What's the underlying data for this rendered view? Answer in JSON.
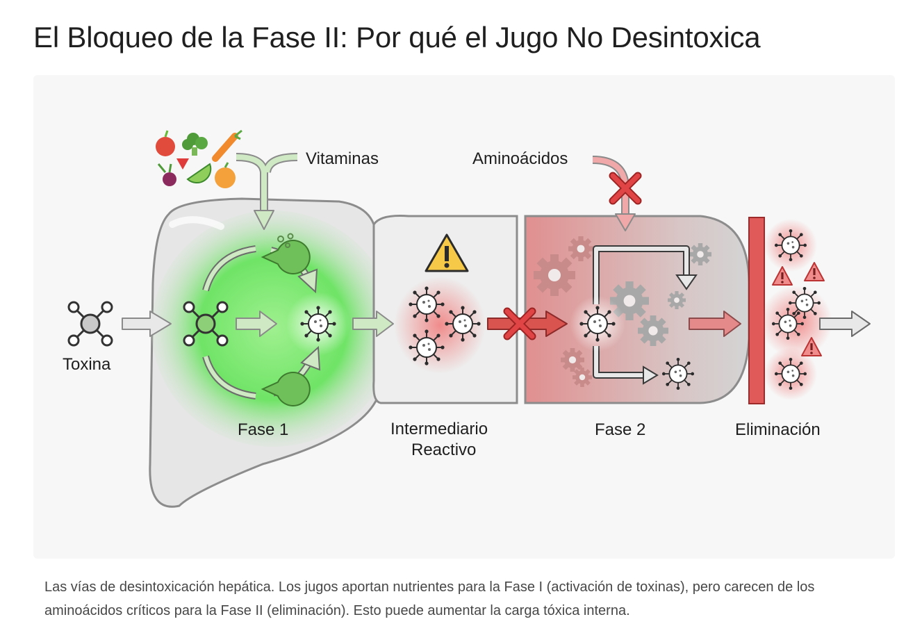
{
  "page": {
    "title": "El Bloqueo de la Fase II: Por qué el Jugo No Desintoxica",
    "caption": "Las vías de desintoxicación hepática. Los jugos aportan nutrientes para la Fase I (activación de toxinas), pero carecen de los aminoácidos críticos para la Fase II (eliminación). Esto puede aumentar la carga tóxica interna."
  },
  "diagram": {
    "labels": {
      "vitaminas": "Vitaminas",
      "aminoacidos": "Aminoácidos",
      "toxina": "Toxina",
      "fase1": "Fase 1",
      "intermediario_line1": "Intermediario",
      "intermediario_line2": "Reactivo",
      "fase2": "Fase 2",
      "eliminacion": "Eliminación"
    },
    "icons": [
      "apple-icon",
      "broccoli-icon",
      "carrot-icon",
      "beet-icon",
      "strawberry-icon",
      "lime-icon",
      "orange-icon",
      "molecule-icon",
      "enzyme-icon",
      "virus-icon",
      "warning-icon",
      "blocked-x-icon",
      "gear-icon",
      "barrier-icon",
      "arrow-icon"
    ],
    "colors": {
      "phase1_green": "#5fe05a",
      "arrow_green": "#b8dcaa",
      "warning_yellow": "#f7c948",
      "block_red": "#e04444",
      "barrier_red": "#e05a5a",
      "liver_gray": "#e6e6e6",
      "outline_gray": "#8c8c8c"
    }
  }
}
